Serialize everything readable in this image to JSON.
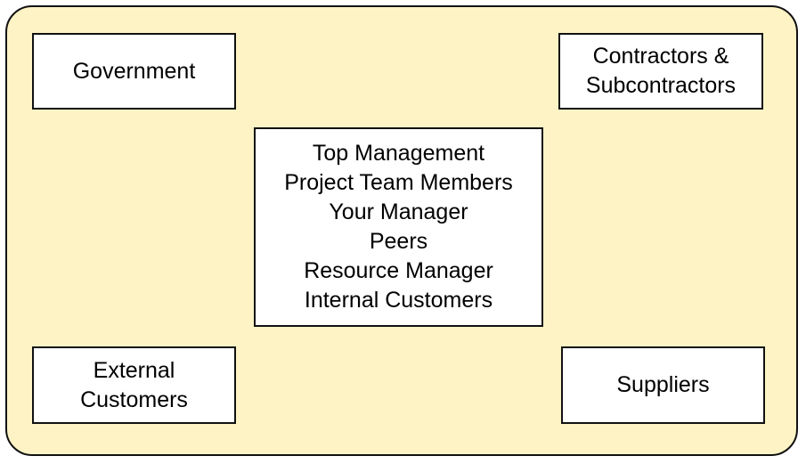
{
  "colors": {
    "background": "#fdf3c5",
    "box_fill": "#ffffff",
    "border": "#111111",
    "text": "#000000"
  },
  "diagram": {
    "government": [
      "Government"
    ],
    "contractors": [
      "Contractors &",
      "Subcontractors"
    ],
    "internal": [
      "Top Management",
      "Project Team Members",
      "Your Manager",
      "Peers",
      "Resource Manager",
      "Internal Customers"
    ],
    "external_customers": [
      "External",
      "Customers"
    ],
    "suppliers": [
      "Suppliers"
    ]
  }
}
